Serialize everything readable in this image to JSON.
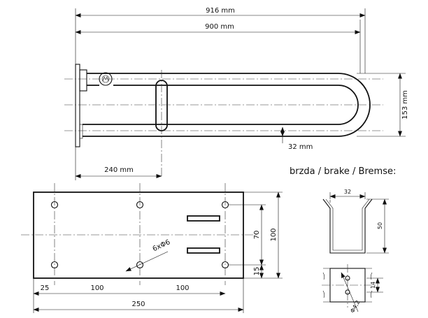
{
  "top_view": {
    "dim_916": "916 mm",
    "dim_900": "900 mm",
    "dim_153": "153 mm",
    "dim_32": "32 mm",
    "dim_240": "240 mm"
  },
  "plate_view": {
    "dim_25": "25",
    "dim_100a": "100",
    "dim_100b": "100",
    "dim_250": "250",
    "dim_70": "70",
    "dim_100v": "100",
    "dim_15": "15",
    "holes_label": "6xΦ6"
  },
  "brake": {
    "title": "brzda / brake / Bremse:",
    "dim_32": "32",
    "dim_50": "50",
    "dim_14": "14",
    "dim_phi": "Φ4,2"
  }
}
